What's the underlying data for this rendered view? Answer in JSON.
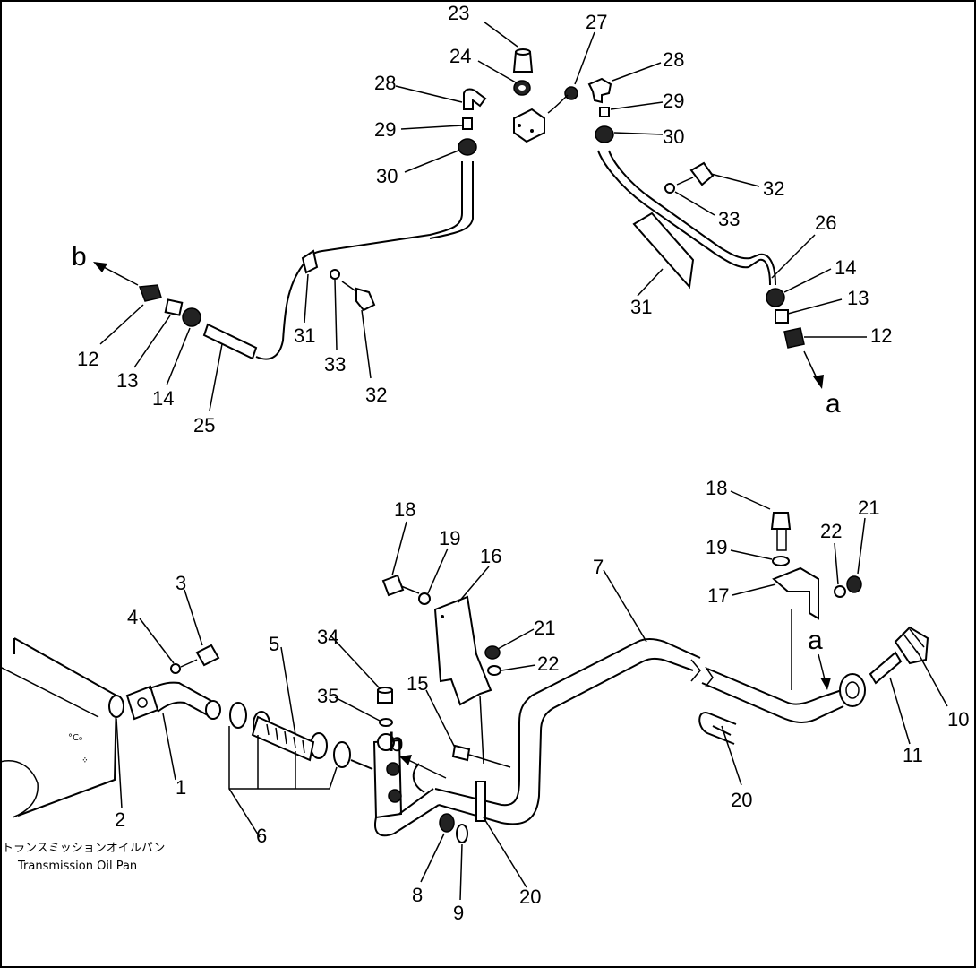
{
  "callouts_top": {
    "c23": "23",
    "c24": "24",
    "c27": "27",
    "c28a": "28",
    "c28b": "28",
    "c29a": "29",
    "c29b": "29",
    "c30a": "30",
    "c30b": "30",
    "c32a": "32",
    "c33a": "33",
    "c26": "26",
    "c14a": "14",
    "c13a": "13",
    "c12a": "12",
    "c31a": "31",
    "c12b": "12",
    "c13b": "13",
    "c14b": "14",
    "c25": "25",
    "c31b": "31",
    "c33b": "33",
    "c32b": "32"
  },
  "callouts_bottom": {
    "c18a": "18",
    "c19a": "19",
    "c16": "16",
    "c7": "7",
    "c18b": "18",
    "c19b": "19",
    "c17": "17",
    "c22a": "22",
    "c21a": "21",
    "c3": "3",
    "c4": "4",
    "c5": "5",
    "c34": "34",
    "c35": "35",
    "c21b": "21",
    "c22b": "22",
    "c15": "15",
    "c10": "10",
    "c11": "11",
    "c20a": "20",
    "c1": "1",
    "c2": "2",
    "c6": "6",
    "c8": "8",
    "c9": "9",
    "c20b": "20"
  },
  "flow_markers": {
    "b_top": "b",
    "a_top": "a",
    "b_bottom": "b",
    "a_bottom": "a"
  },
  "caption": {
    "japanese": "トランスミッションオイルパン",
    "english": "Transmission Oil Pan"
  }
}
